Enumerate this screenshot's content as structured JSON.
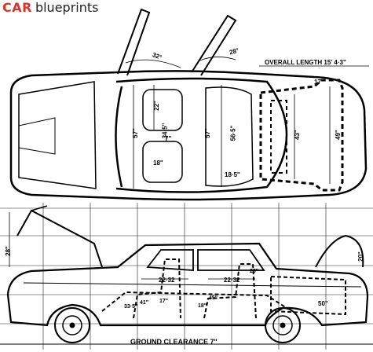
{
  "brand": {
    "car": "CAR",
    "blueprints": "blueprints",
    "accent": "#d9342b"
  },
  "top_view": {
    "overall_length": "OVERALL LENGTH 15' 4·3\"",
    "door_angle_front": "32°",
    "door_angle_rear": "28°",
    "front_seat_width": "22\"",
    "rear_seat_width": "57\"",
    "front_width": "57\"",
    "front_inner": "34·5\"",
    "front_7": "7\"",
    "front_18": "18\"",
    "rear_56": "56·5\"",
    "rear_18": "18·5\"",
    "trunk_43": "43\"",
    "trunk_49": "49\"",
    "trunk_17": "17\""
  },
  "side_view": {
    "hood_height": "28\"",
    "front_legroom": "22·32",
    "rear_legroom": "22·32",
    "seat_heights": [
      "33·5\"",
      "41\"",
      "17\"",
      "18\"",
      "45\"",
      "23\"",
      "50\""
    ],
    "trunk_20": "20\"",
    "ground_clearance": "GROUND CLEARANCE 7\""
  }
}
